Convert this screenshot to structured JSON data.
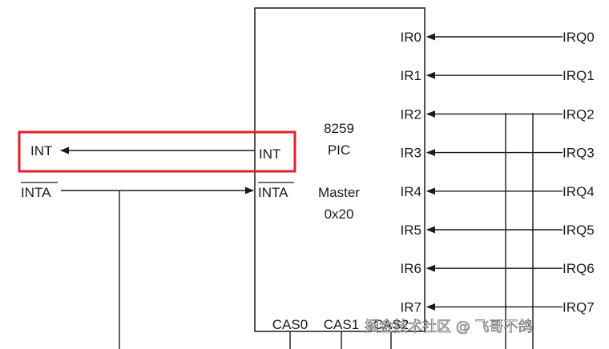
{
  "chip": {
    "line1": "8259",
    "line2": "PIC",
    "line3": "Master",
    "line4": "0x20"
  },
  "left_pins": {
    "int_label": "INT",
    "inta_label": "INTA"
  },
  "external": {
    "int_label": "INT",
    "inta_label": "INTA"
  },
  "ir_pins": [
    "IR0",
    "IR1",
    "IR2",
    "IR3",
    "IR4",
    "IR5",
    "IR6",
    "IR7"
  ],
  "irq_labels": [
    "IRQ0",
    "IRQ1",
    "IRQ2",
    "IRQ3",
    "IRQ4",
    "IRQ5",
    "IRQ6",
    "IRQ7"
  ],
  "cas_pins": [
    "CAS0",
    "CAS1",
    "CAS2"
  ],
  "highlight_color": "#e0202a",
  "watermark": "掘金技术社区 @ 飞哥不鸽"
}
